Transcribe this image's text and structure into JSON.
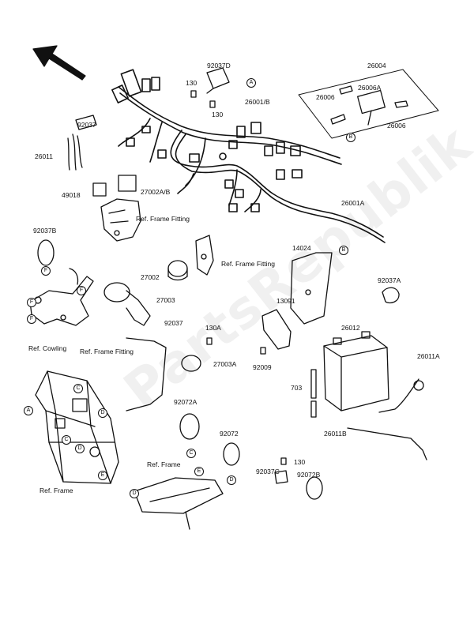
{
  "watermark": "PartsRepublik",
  "parts": {
    "p92037D": "92037D",
    "p130a": "130",
    "p130b": "130",
    "p26001B": "26001/B",
    "p92037": "92037",
    "p26011": "26011",
    "p49018": "49018",
    "p27002AB": "27002A/B",
    "ref_frame_fitting_1": "Ref. Frame Fitting",
    "p92037B": "92037B",
    "p26004": "26004",
    "p26006A": "26006A",
    "p26006a": "26006",
    "p26006b": "26006",
    "p26001A": "26001A",
    "ref_frame_fitting_2": "Ref. Frame Fitting",
    "p27002": "27002",
    "p14024": "14024",
    "p92037A": "92037A",
    "p27003": "27003",
    "p13091": "13091",
    "p92037c": "92037",
    "p130A": "130A",
    "ref_cowling": "Ref. Cowling",
    "p26012": "26012",
    "ref_frame_fitting_3": "Ref. Frame Fitting",
    "p27003A": "27003A",
    "p92009": "92009",
    "p26011A": "26011A",
    "p703": "703",
    "p92072A": "92072A",
    "p26011B": "26011B",
    "p92072": "92072",
    "ref_frame_1": "Ref. Frame",
    "p130c": "130",
    "p92037C": "92037C",
    "p92072B": "92072B",
    "ref_frame_2": "Ref. Frame"
  },
  "markers": {
    "A1": "A",
    "B1": "B",
    "F1": "F",
    "F2": "F",
    "F3": "F",
    "F4": "F",
    "B2": "B",
    "C1": "C",
    "C2": "C",
    "D1": "D",
    "D2": "D",
    "A2": "A",
    "C3": "C",
    "D3": "D",
    "E1": "E",
    "D4": "D",
    "E2": "E"
  }
}
